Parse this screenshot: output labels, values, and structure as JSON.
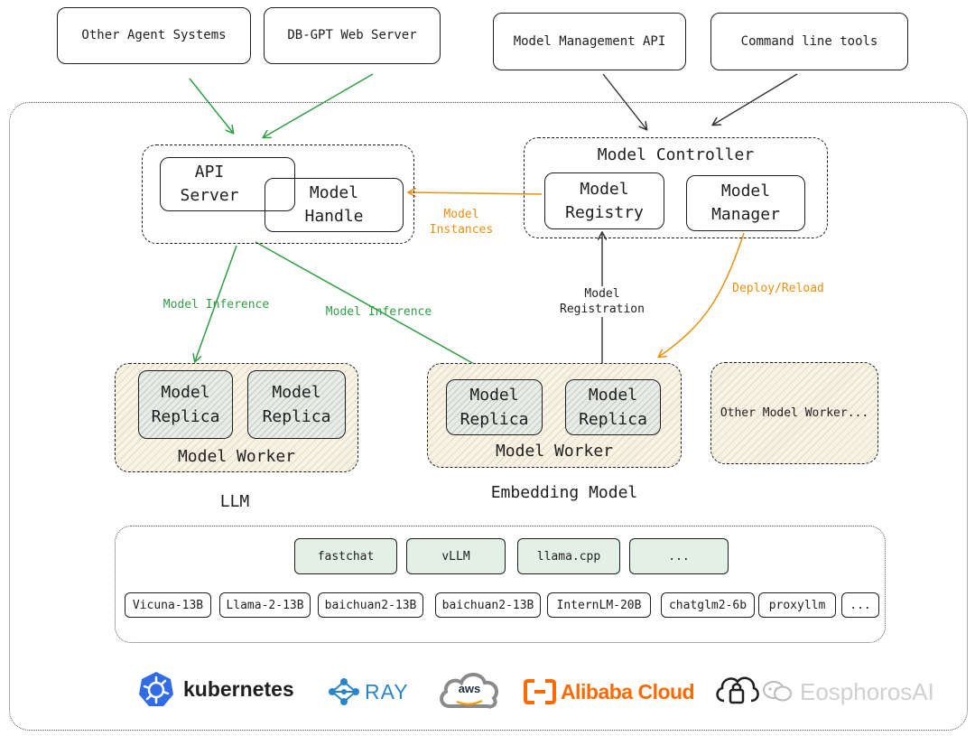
{
  "clients": {
    "other_agents": "Other Agent Systems",
    "web_server": "DB-GPT Web Server",
    "model_api": "Model Management API",
    "cli": "Command line tools"
  },
  "api_group": {
    "api_server": "API\nServer",
    "model_handle": "Model\nHandle"
  },
  "controller": {
    "title": "Model Controller",
    "registry": "Model\nRegistry",
    "manager": "Model\nManager"
  },
  "edges": {
    "model_instances": "Model\nInstances",
    "inference_llm": "Model Inference",
    "inference_embed": "Model Inference",
    "registration": "Model\nRegistration",
    "deploy": "Deploy/Reload"
  },
  "llm_worker": {
    "replica1": "Model\nReplica",
    "replica2": "Model\nReplica",
    "label": "Model Worker",
    "caption": "LLM"
  },
  "embed_worker": {
    "replica1": "Model\nReplica",
    "replica2": "Model\nReplica",
    "label": "Model Worker",
    "caption": "Embedding Model"
  },
  "other_worker": "Other Model Worker...",
  "frameworks": [
    "fastchat",
    "vLLM",
    "llama.cpp",
    "..."
  ],
  "models": [
    "Vicuna-13B",
    "Llama-2-13B",
    "baichuan2-13B",
    "baichuan2-13B",
    "InternLM-20B",
    "chatglm2-6b",
    "proxyllm",
    "..."
  ],
  "logos": {
    "kubernetes": "kubernetes",
    "ray": "RAY",
    "aws": "aws",
    "alibaba": "Alibaba Cloud",
    "watermark": "EosphorosAI"
  },
  "colors": {
    "green_arrow": "#2f9e44",
    "orange_arrow": "#e8900f",
    "kubernetes_blue": "#326ce5",
    "ray_blue": "#2a85c8",
    "alibaba_orange": "#ff6a00"
  }
}
